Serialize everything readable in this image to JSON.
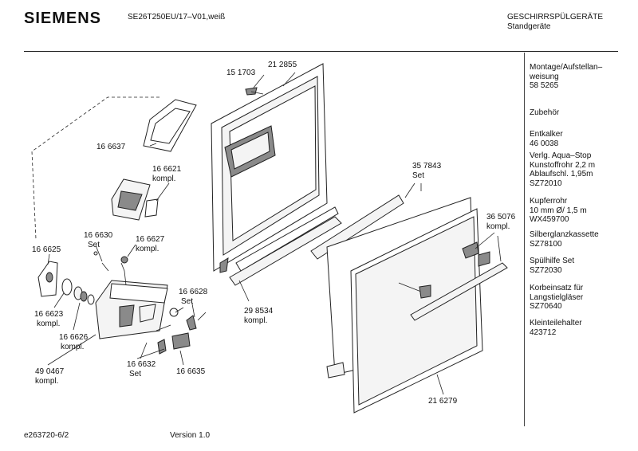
{
  "header": {
    "brand": "SIEMENS",
    "model": "SE26T250EU/17–V01,weiß",
    "category_line1": "GESCHIRRSPÜLGERÄTE",
    "category_line2": "Standgeräte"
  },
  "sidebar": [
    [
      "Montage/Aufstellan–",
      "weisung",
      "58 5265"
    ],
    [
      "Zubehör"
    ],
    [
      "Entkalker",
      "46 0038"
    ],
    [
      "Verlg. Aqua–Stop",
      "Kunstoffrohr 2,2 m",
      "Ablaufschl. 1,95m",
      "SZ72010"
    ],
    [
      "Kupferrohr",
      "10 mm Ø/ 1,5 m",
      "WX459700"
    ],
    [
      "Silberglanzkassette",
      "SZ78100"
    ],
    [
      "Spülhilfe Set",
      "SZ72030"
    ],
    [
      "Korbeinsatz für",
      "Langstielgläser",
      "SZ70640"
    ],
    [
      "Kleinteilehalter",
      "423712"
    ]
  ],
  "parts": {
    "p151703": "15 1703",
    "p212855": "21 2855",
    "p166637": "16 6637",
    "p166621": "16 6621",
    "p166621k": "kompl.",
    "p166630": "16 6630",
    "p166630s": "Set",
    "p166627": "16 6627",
    "p166627k": "kompl.",
    "p166625": "16 6625",
    "p166623": "16 6623",
    "p166623k": "kompl.",
    "p166626": "16 6626",
    "p166626k": "kompl.",
    "p166628": "16 6628",
    "p166628s": "Set",
    "p298534": "29 8534",
    "p298534k": "kompl.",
    "p357843": "35 7843",
    "p357843s": "Set",
    "p365076": "36 5076",
    "p365076k": "kompl.",
    "p490467": "49 0467",
    "p490467k": "kompl.",
    "p166632": "16 6632",
    "p166632s": "Set",
    "p166635": "16 6635",
    "p216279": "21 6279"
  },
  "footer": {
    "code": "e263720-6/2",
    "version": "Version 1.0"
  }
}
